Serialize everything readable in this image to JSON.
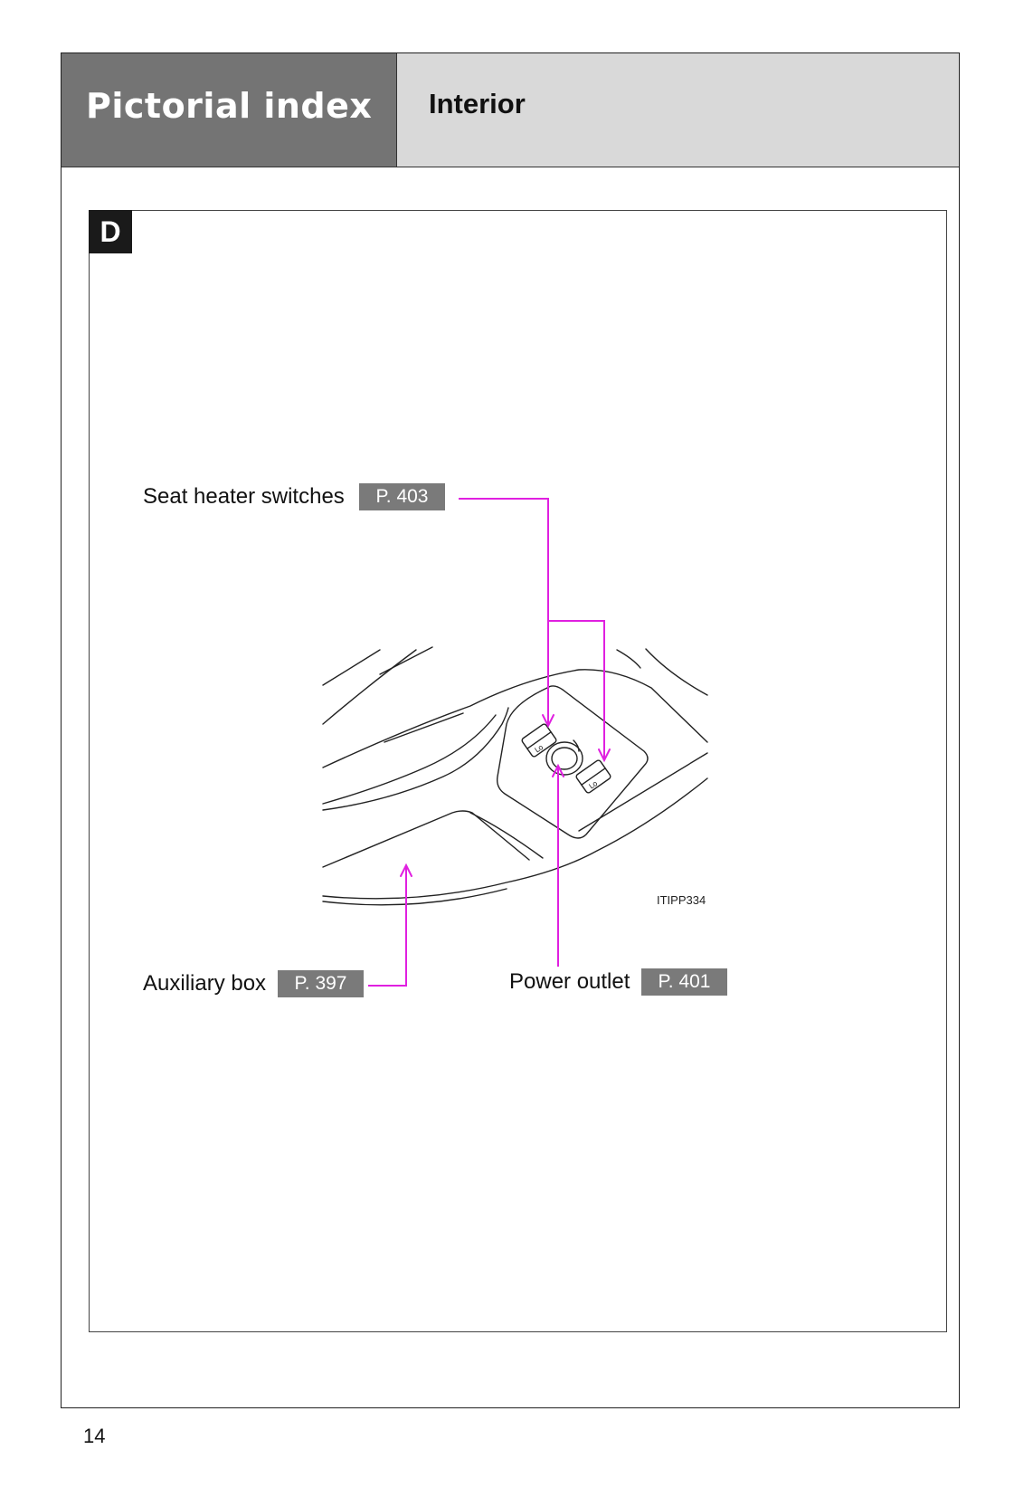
{
  "header": {
    "section_title": "Pictorial index",
    "subsection_title": "Interior"
  },
  "panel": {
    "badge": "D",
    "illustration_code": "ITIPP334"
  },
  "callouts": [
    {
      "label": "Seat heater switches",
      "page_ref": "P. 403"
    },
    {
      "label": "Auxiliary box",
      "page_ref": "P. 397"
    },
    {
      "label": "Power outlet",
      "page_ref": "P. 401"
    }
  ],
  "colors": {
    "header_dark": "#747474",
    "header_light": "#d9d9d9",
    "page_ref_bg": "#7a7a7a",
    "leader_line": "#e020e0",
    "badge_bg": "#1a1a1a"
  },
  "footer": {
    "page_number": "14"
  }
}
